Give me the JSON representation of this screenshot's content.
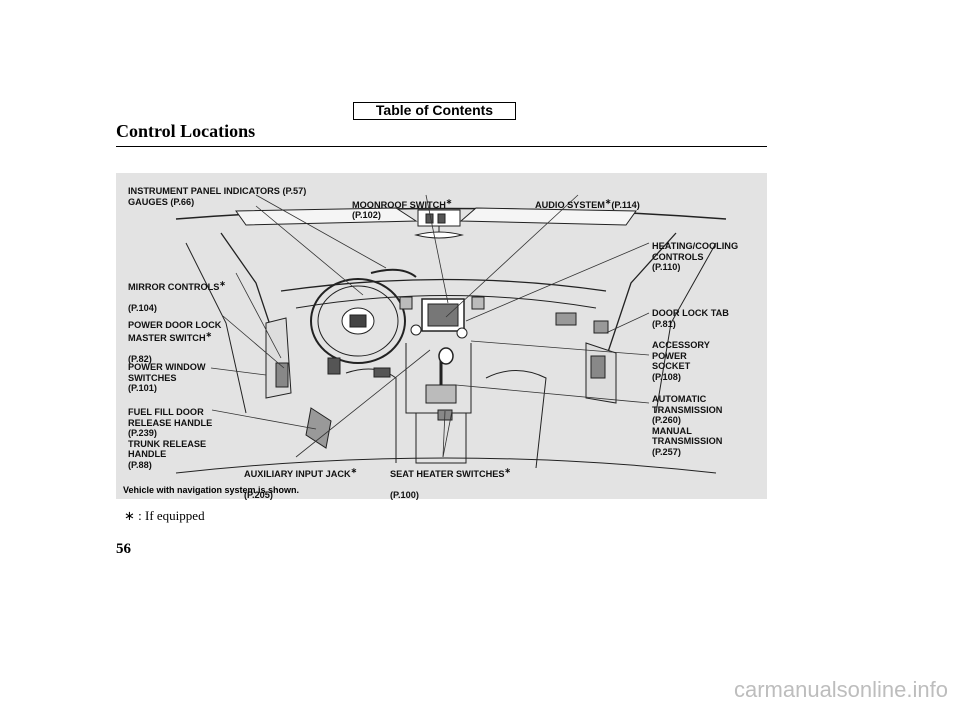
{
  "header": {
    "toc_label": "Table of Contents",
    "title": "Control Locations"
  },
  "labels": {
    "instrument_panel": "INSTRUMENT PANEL INDICATORS (P.57)\nGAUGES (P.66)",
    "moonroof": "MOONROOF SWITCH",
    "moonroof_ref": "(P.102)",
    "audio": "AUDIO SYSTEM",
    "audio_ref": "(P.114)",
    "mirror": "MIRROR CONTROLS",
    "mirror_ref": "(P.104)",
    "door_lock_master": "POWER DOOR LOCK\nMASTER SWITCH",
    "door_lock_master_ref": "(P.82)",
    "power_window": "POWER WINDOW\nSWITCHES\n(P.101)",
    "fuel_trunk": "FUEL FILL DOOR\nRELEASE HANDLE\n(P.239)\nTRUNK RELEASE\nHANDLE\n(P.88)",
    "aux_jack": "AUXILIARY INPUT JACK",
    "aux_jack_ref": "(P.205)",
    "seat_heater": "SEAT HEATER SWITCHES",
    "seat_heater_ref": "(P.100)",
    "heating": "HEATING/COOLING\nCONTROLS\n(P.110)",
    "door_lock_tab": "DOOR LOCK TAB\n(P.81)",
    "accessory": "ACCESSORY\nPOWER\nSOCKET\n(P.108)",
    "transmission": "AUTOMATIC\nTRANSMISSION\n(P.260)\nMANUAL\nTRANSMISSION\n(P.257)"
  },
  "asterisk": "∗",
  "caption": "Vehicle with navigation system is shown.",
  "footnote": "∗ :  If equipped",
  "page_number": "56",
  "watermark": "carmanualsonline.info"
}
